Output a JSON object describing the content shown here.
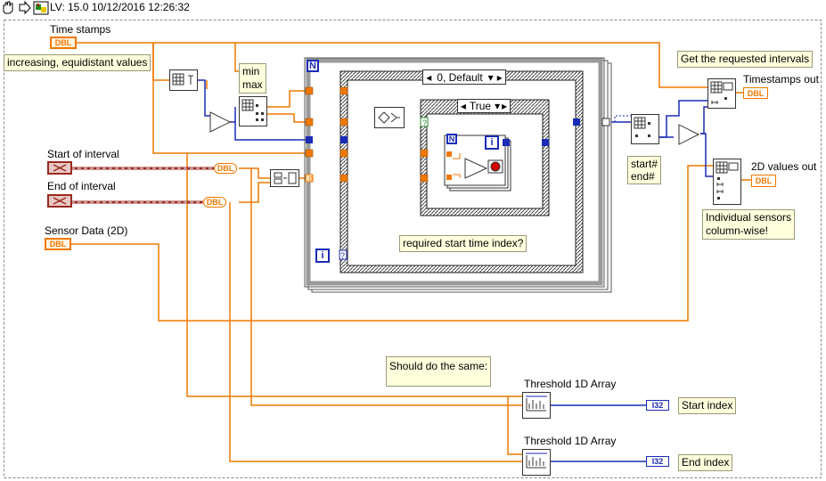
{
  "toolbar": {
    "version_text": "LV: 15.0 10/12/2016 12:26:32",
    "icons": [
      "hand-icon",
      "step-icon",
      "vi-icon"
    ]
  },
  "controls": {
    "time_stamps": "Time stamps",
    "start_of_interval": "Start of interval",
    "end_of_interval": "End of interval",
    "sensor_data": "Sensor Data (2D)"
  },
  "indicators": {
    "timestamps_out": "Timestamps out",
    "values_out": "2D values out",
    "start_index": "Start index",
    "end_index": "End index"
  },
  "comments": {
    "increasing": "increasing, equidistant values",
    "get_intervals": "Get the requested intervals",
    "min_max": [
      "min",
      "max"
    ],
    "start_end": [
      "start#",
      "end#"
    ],
    "required_start": "required start time index?",
    "individual_sensors": [
      "Individual sensors",
      "column-wise!"
    ],
    "should_do_same": "Should do the same:"
  },
  "structures": {
    "case_outer": "0, Default",
    "case_inner": "True",
    "for_loop_count": "N",
    "iteration": "i",
    "while_iteration": "i"
  },
  "nodes": {
    "threshold_1": "Threshold 1D Array",
    "threshold_2": "Threshold 1D Array"
  },
  "terminal_types": {
    "dbl": "DBL",
    "i32": "I32"
  },
  "colors": {
    "orange_wire": "#f07800",
    "blue_wire": "#1a2bb5",
    "cluster_wire": "#9a2a20",
    "comment_bg": "#ffffdd",
    "frame": "#888888"
  }
}
